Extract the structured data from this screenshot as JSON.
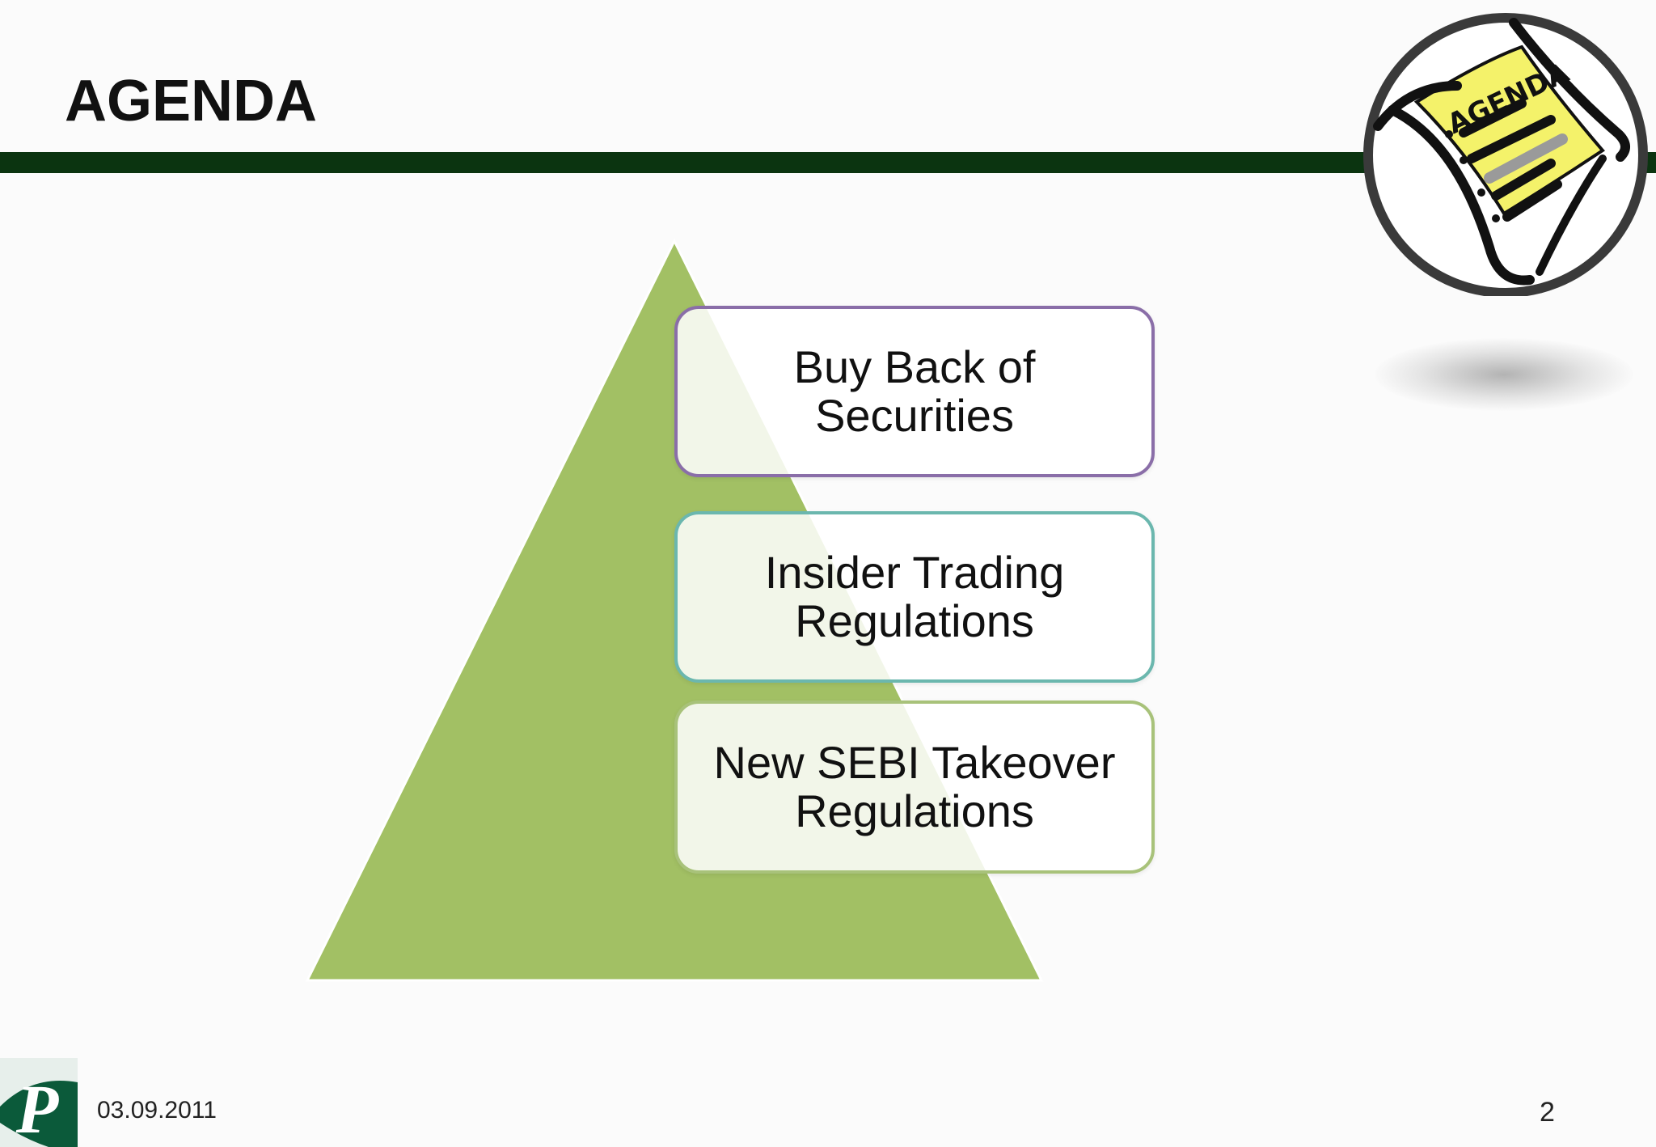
{
  "slide": {
    "title": "AGENDA",
    "items": [
      {
        "line1": "Buy Back of",
        "line2": "Securities"
      },
      {
        "line1": "Insider Trading",
        "line2": "Regulations"
      },
      {
        "line1": "New SEBI Takeover",
        "line2": "Regulations"
      }
    ],
    "icon_text": "AGENDA",
    "footer_date": "03.09.2011",
    "page_number": "2"
  },
  "icons": {
    "agenda_icon": "agenda-notepad-icon",
    "logo": "company-p-logo"
  },
  "colors": {
    "title_rule": "#0b3410",
    "pyramid": "#a2c064",
    "box1_border": "#8a6ea8",
    "box2_border": "#6bb7ae",
    "box3_border": "#a8c27a",
    "logo_bg": "#0b5a3a",
    "icon_paper": "#f4f26a"
  }
}
